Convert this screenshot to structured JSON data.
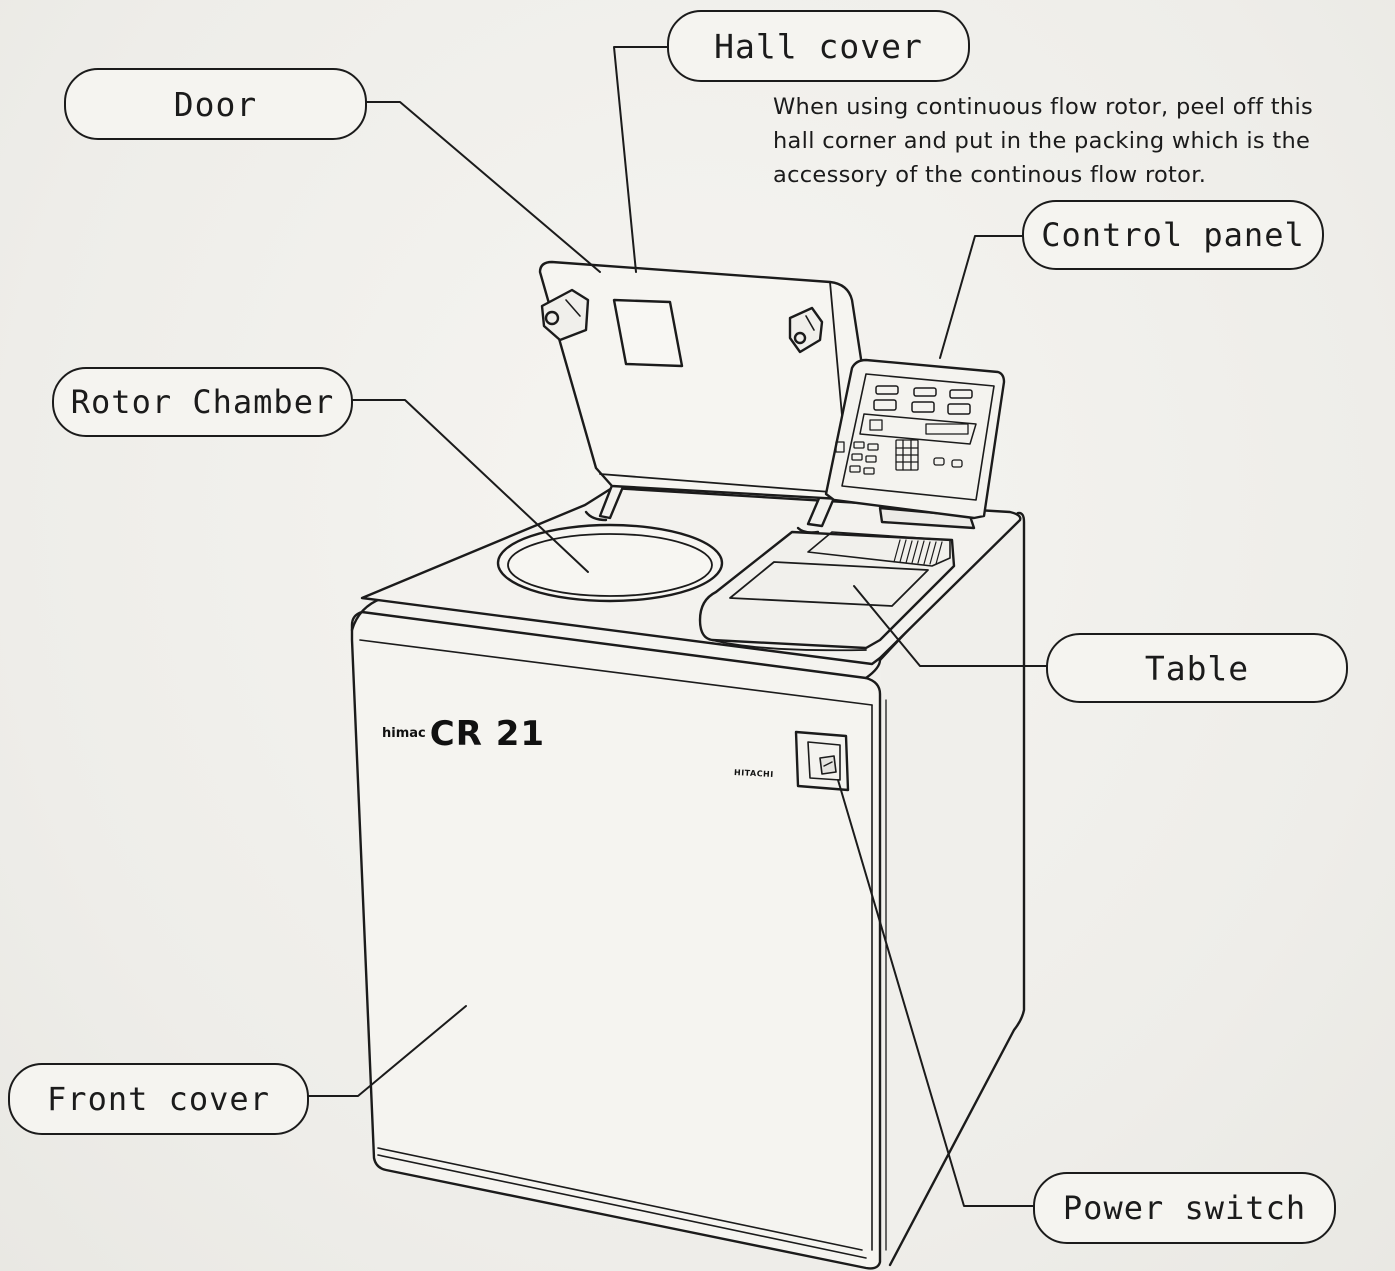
{
  "labels": {
    "hall_cover": "Hall cover",
    "door": "Door",
    "control_panel": "Control panel",
    "rotor_chamber": "Rotor Chamber",
    "table": "Table",
    "front_cover": "Front cover",
    "power_switch": "Power switch"
  },
  "note": {
    "line1": "When using continuous flow rotor, peel off this",
    "line2": "hall corner and put in the packing which is the",
    "line3": "accessory of the continous flow rotor."
  },
  "device": {
    "brand_small": "himac",
    "model": "CR 21",
    "maker": "HITACHI"
  }
}
